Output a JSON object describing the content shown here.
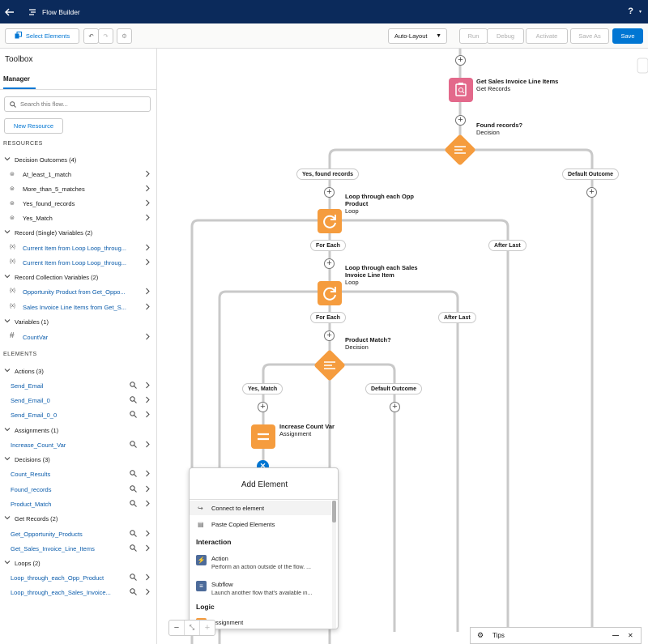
{
  "header": {
    "title": "Flow Builder",
    "help": "?"
  },
  "toolbar": {
    "select_elements": "Select Elements",
    "layout": "Auto-Layout",
    "run": "Run",
    "debug": "Debug",
    "activate": "Activate",
    "save_as": "Save As",
    "save": "Save"
  },
  "toolbox": {
    "title": "Toolbox",
    "tab": "Manager",
    "search_placeholder": "Search this flow...",
    "new_resource": "New Resource",
    "resources_header": "RESOURCES",
    "elements_header": "ELEMENTS",
    "decision_outcomes": {
      "label": "Decision Outcomes (4)",
      "items": [
        "At_least_1_match",
        "More_than_5_matches",
        "Yes_found_records",
        "Yes_Match"
      ]
    },
    "record_vars": {
      "label": "Record (Single) Variables (2)",
      "items": [
        "Current Item from Loop Loop_throug...",
        "Current Item from Loop Loop_throug..."
      ]
    },
    "record_coll": {
      "label": "Record Collection Variables (2)",
      "items": [
        "Opportunity Product from Get_Oppo...",
        "Sales Invoice Line Items from Get_S..."
      ]
    },
    "variables": {
      "label": "Variables (1)",
      "items": [
        "CountVar"
      ]
    },
    "actions": {
      "label": "Actions (3)",
      "items": [
        "Send_Email",
        "Send_Email_0",
        "Send_Email_0_0"
      ]
    },
    "assignments": {
      "label": "Assignments (1)",
      "items": [
        "Increase_Count_Var"
      ]
    },
    "decisions": {
      "label": "Decisions (3)",
      "items": [
        "Count_Results",
        "Found_records",
        "Product_Match"
      ]
    },
    "get_records": {
      "label": "Get Records (2)",
      "items": [
        "Get_Opportunity_Products",
        "Get_Sales_Invoice_Line_Items"
      ]
    },
    "loops": {
      "label": "Loops (2)",
      "items": [
        "Loop_through_each_Opp_Product",
        "Loop_through_each_Sales_Invoice..."
      ]
    }
  },
  "canvas": {
    "get_records": {
      "title": "Get Sales Invoice Line Items",
      "type": "Get Records"
    },
    "found_records": {
      "title": "Found records?",
      "type": "Decision"
    },
    "yes_found": "Yes, found records",
    "default1": "Default Outcome",
    "loop1": {
      "title": "Loop through each Opp Product",
      "type": "Loop"
    },
    "for_each1": "For Each",
    "after_last1": "After Last",
    "loop2": {
      "title": "Loop through each Sales Invoice Line Item",
      "type": "Loop"
    },
    "for_each2": "For Each",
    "after_last2": "After Last",
    "product_match": {
      "title": "Product Match?",
      "type": "Decision"
    },
    "yes_match": "Yes, Match",
    "default2": "Default Outcome",
    "increase": {
      "title": "Increase Count Var",
      "type": "Assignment"
    }
  },
  "add_element": {
    "title": "Add Element",
    "connect": "Connect to element",
    "paste": "Paste Copied Elements",
    "interaction": "Interaction",
    "action": {
      "title": "Action",
      "desc": "Perform an action outside of the flow. ..."
    },
    "subflow": {
      "title": "Subflow",
      "desc": "Launch another flow that's available in..."
    },
    "logic": "Logic",
    "assignment": "Assignment"
  },
  "tips": {
    "label": "Tips"
  },
  "colors": {
    "header": "#0b2a5b",
    "brand": "#0176d3",
    "get_records": "#e3698b",
    "logic": "#f59c3e",
    "loop": "#f59c3e"
  }
}
